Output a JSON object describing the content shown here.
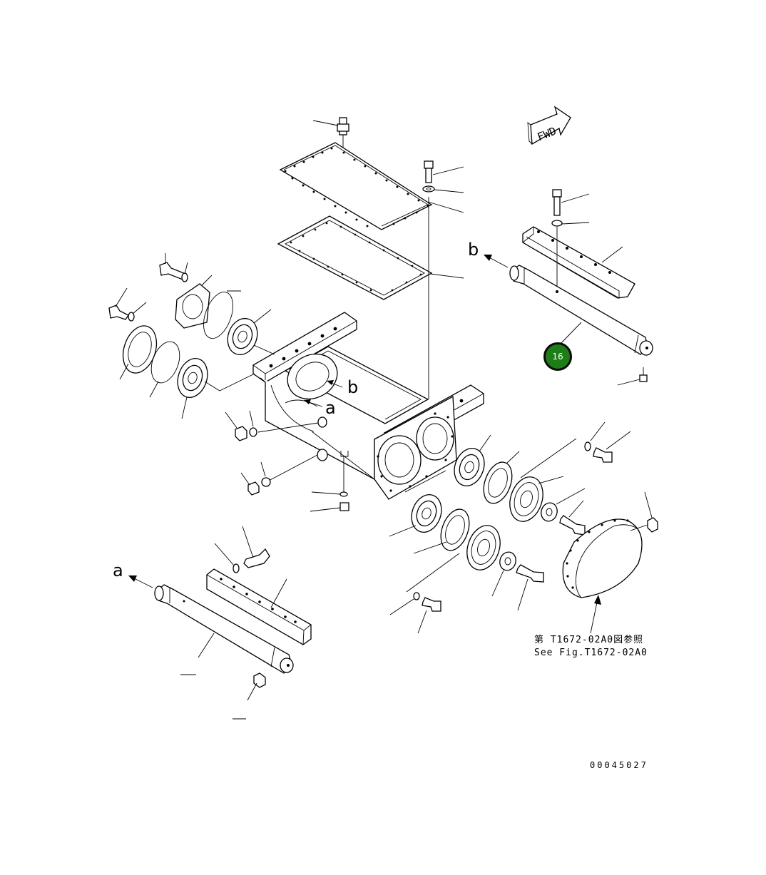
{
  "diagram": {
    "direction_marker": "FWD",
    "view_labels": {
      "a_primary": "a",
      "a_secondary": "a",
      "b_primary": "b",
      "b_secondary": "b"
    },
    "callout": {
      "label": "16",
      "color": "#1e7d17"
    },
    "reference_note": {
      "line1": "第 T1672-02A0図参照",
      "line2": "See Fig.T1672-02A0"
    },
    "document_number": "00045027"
  }
}
